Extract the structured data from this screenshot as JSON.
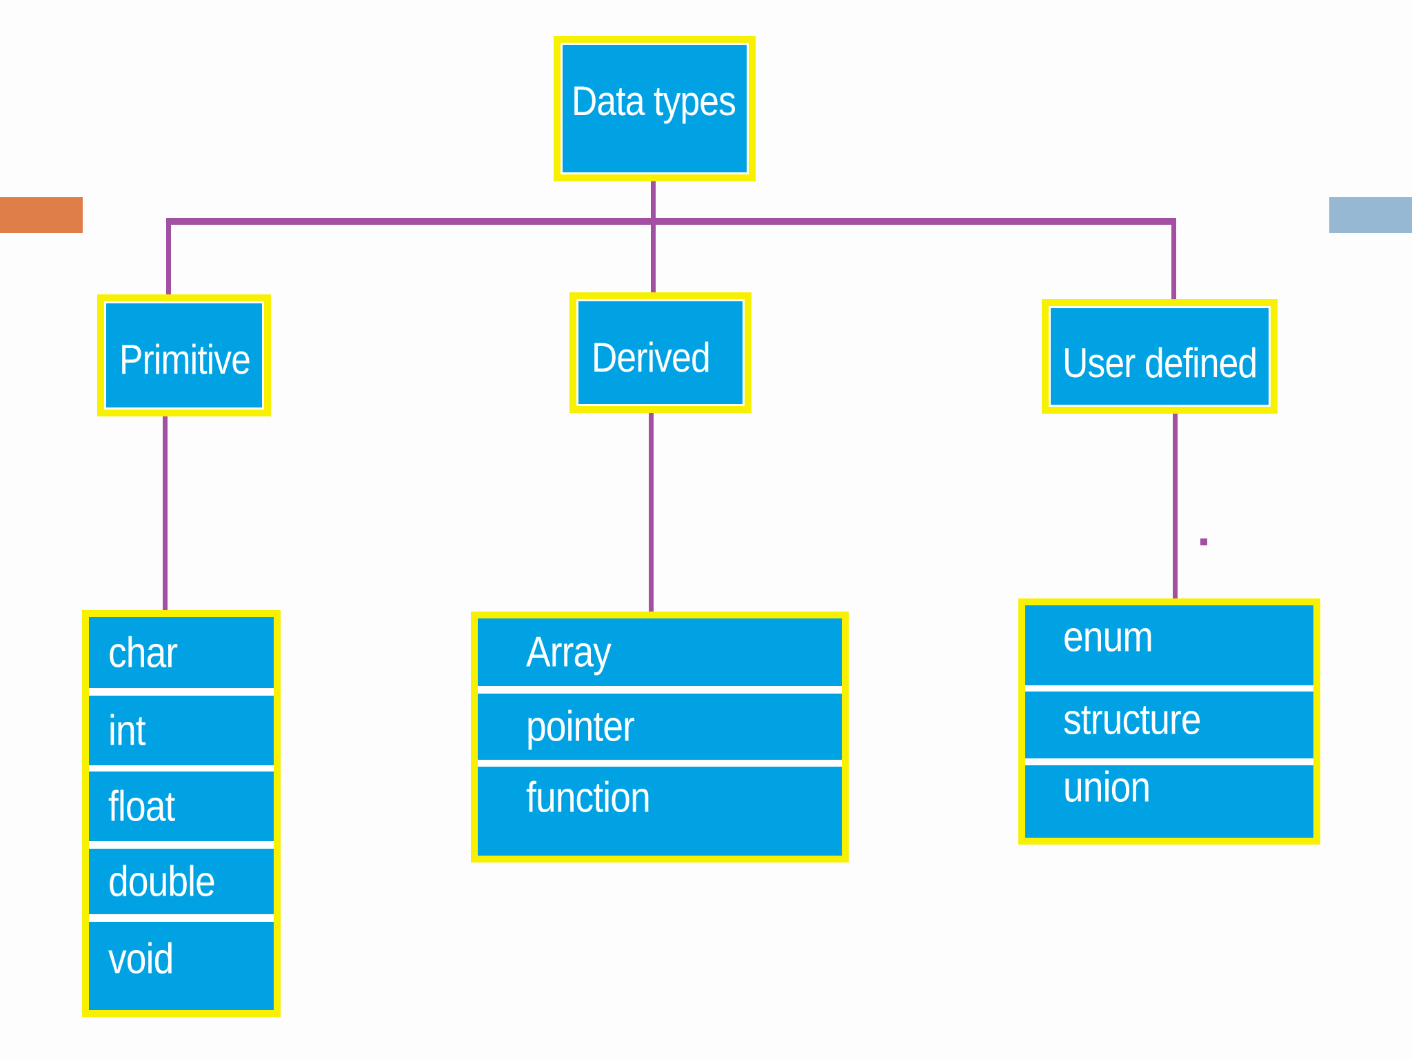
{
  "root": {
    "label": "Data types"
  },
  "categories": [
    {
      "label": "Primitive",
      "items": [
        "char",
        "int",
        "float",
        "double",
        "void"
      ]
    },
    {
      "label": "Derived",
      "items": [
        "Array",
        "pointer",
        "function"
      ]
    },
    {
      "label": "User defined",
      "items": [
        "enum",
        "structure",
        "union"
      ]
    }
  ],
  "colors": {
    "box_fill": "#00a2e4",
    "box_border": "#f7f000",
    "connector": "#a350a3",
    "accent_left": "#e07e49",
    "accent_right": "#97b8d3"
  }
}
